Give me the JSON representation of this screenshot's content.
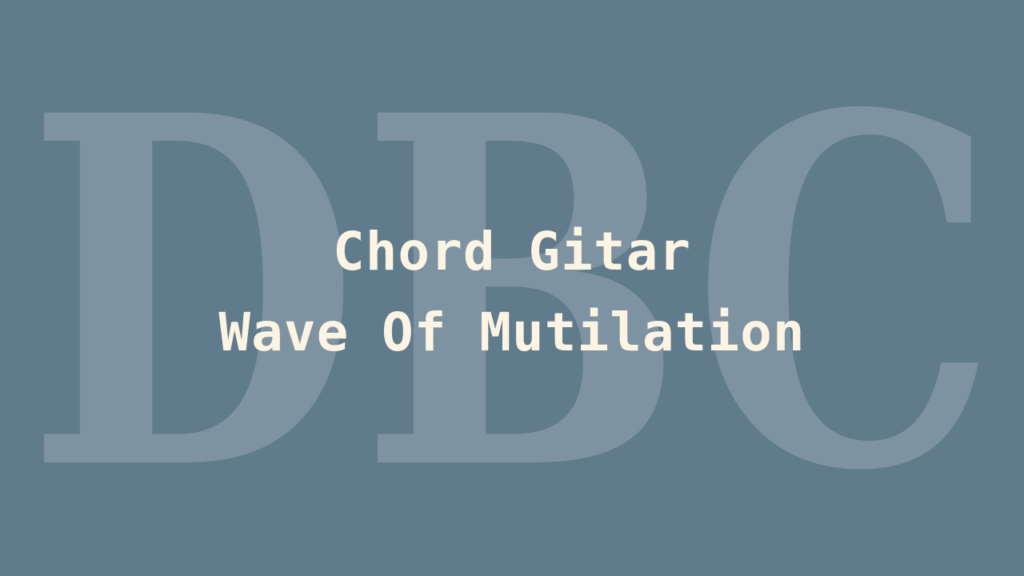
{
  "background_color": "#607b8c",
  "watermark": {
    "text": "DBC",
    "color": "#c9d3da"
  },
  "title": {
    "line1": "Chord Gitar",
    "line2": "Wave Of Mutilation",
    "color": "#fdf4e3"
  }
}
